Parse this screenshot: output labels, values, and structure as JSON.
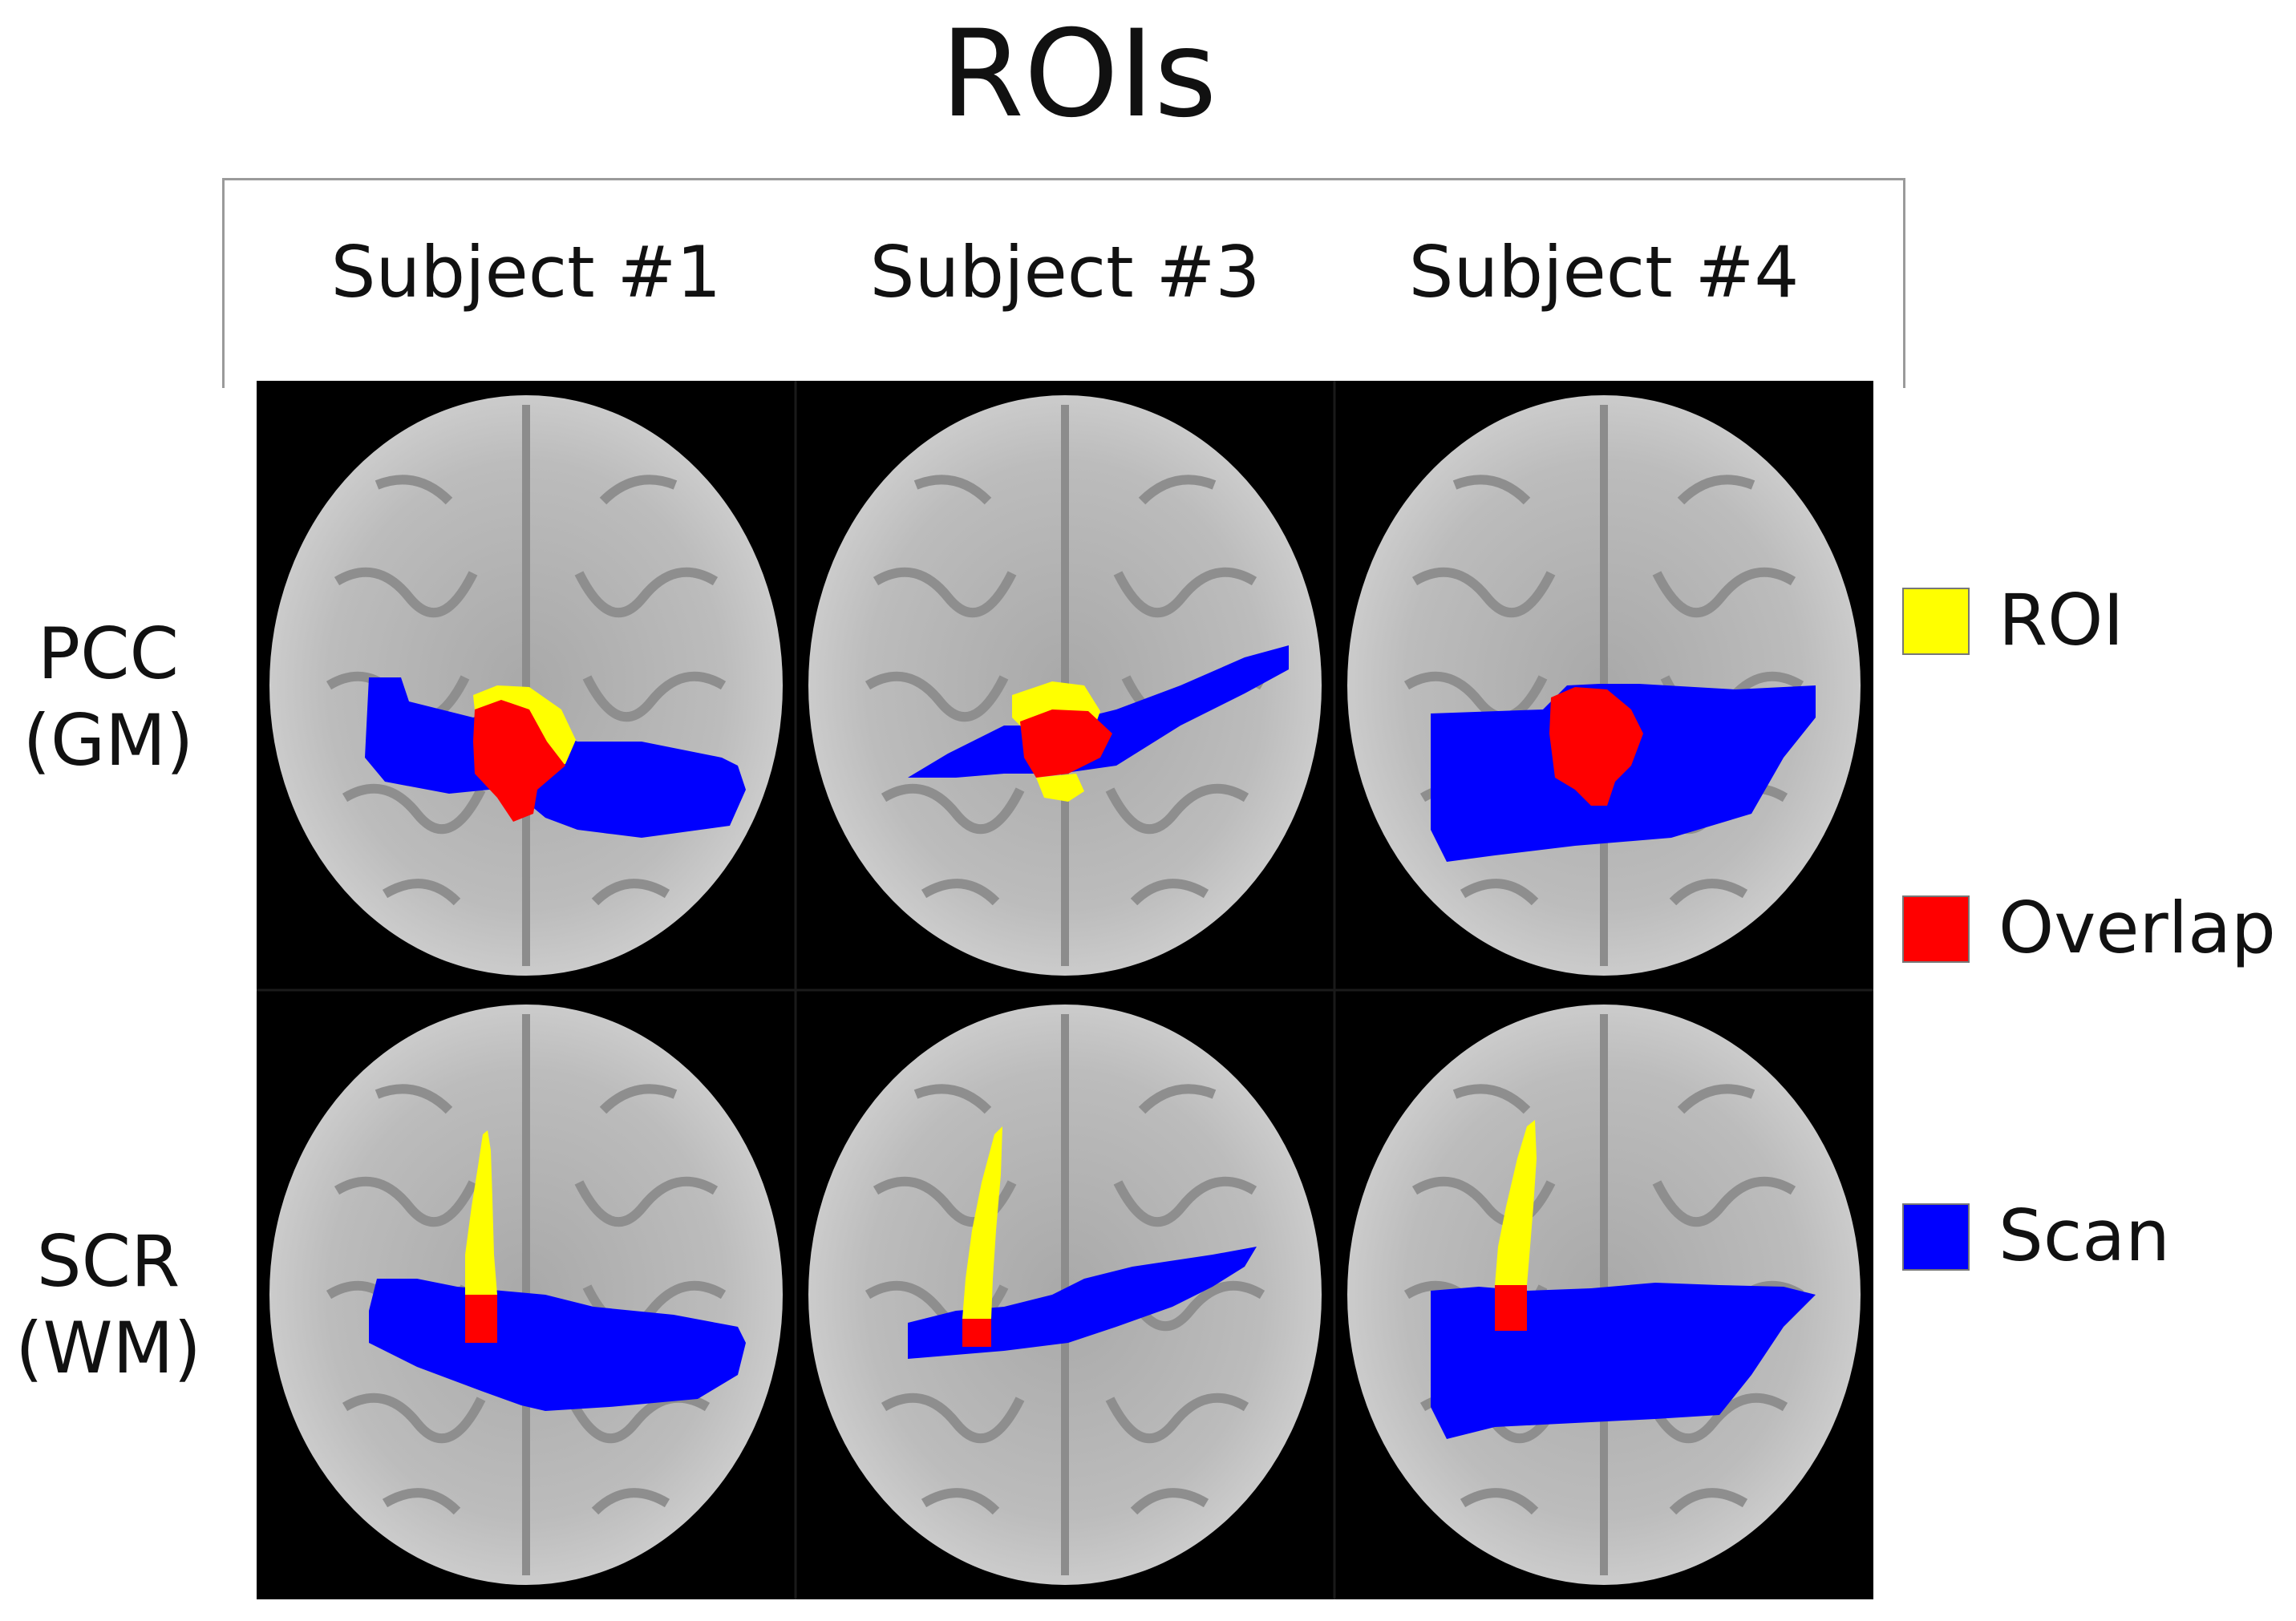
{
  "title": "ROIs",
  "columns": [
    "Subject #1",
    "Subject #3",
    "Subject #4"
  ],
  "rows": [
    {
      "line1": "PCC",
      "line2": "(GM)"
    },
    {
      "line1": "SCR",
      "line2": "(WM)"
    }
  ],
  "legend": [
    {
      "label": "ROI",
      "color": "#ffff00"
    },
    {
      "label": "Overlap",
      "color": "#ff0000"
    },
    {
      "label": "Scan",
      "color": "#0000ff"
    }
  ],
  "colors": {
    "background": "#000000",
    "brain": "#bdbdbd",
    "roi": "#ffff00",
    "overlap": "#ff0000",
    "scan": "#0000ff"
  }
}
